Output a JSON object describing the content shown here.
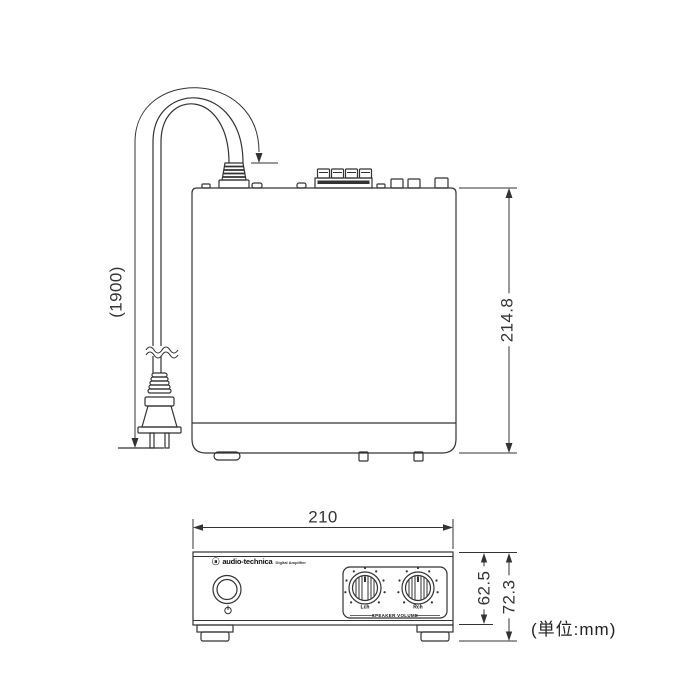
{
  "drawing": {
    "unit_note": "(単位:mm)",
    "top_view": {
      "cord_length": "(1900)",
      "depth": "214.8"
    },
    "front_view": {
      "width": "210",
      "panel_height": "62.5",
      "total_height": "72.3",
      "logo_mark": "ⓐ",
      "logo": "audio-technica",
      "model": "Digital Amplifier",
      "knob_left": "Lch",
      "knob_right": "Rch",
      "volume_label": "SPEAKER VOLUME"
    },
    "colors": {
      "line": "#333333",
      "background": "#ffffff"
    }
  }
}
